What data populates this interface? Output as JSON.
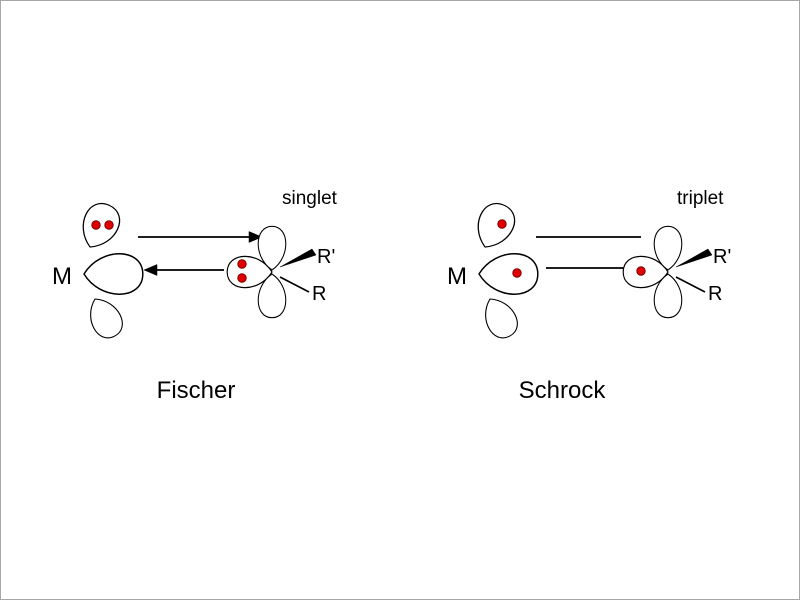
{
  "image": {
    "background": "#ffffff",
    "border_color": "#a8a8a8"
  },
  "colors": {
    "electron_dot": "#e00000",
    "line": "#000000"
  },
  "fischer": {
    "spin_label": "singlet",
    "name": "Fischer",
    "metal_label": "M",
    "r_prime_label": "R'",
    "r_label": "R",
    "electron_dot_counts": {
      "metal_top_lobe": 2,
      "carbene_sigma_lobe": 2
    },
    "arrow_directions": {
      "top_arrow": "metal-to-carbene",
      "bottom_arrow": "carbene-to-metal"
    }
  },
  "schrock": {
    "spin_label": "triplet",
    "name": "Schrock",
    "metal_label": "M",
    "r_prime_label": "R'",
    "r_label": "R",
    "electron_dot_counts": {
      "metal_top_lobe": 1,
      "metal_middle_lobe": 1,
      "carbene_sigma_lobe": 1
    },
    "bond_lines": 2
  }
}
